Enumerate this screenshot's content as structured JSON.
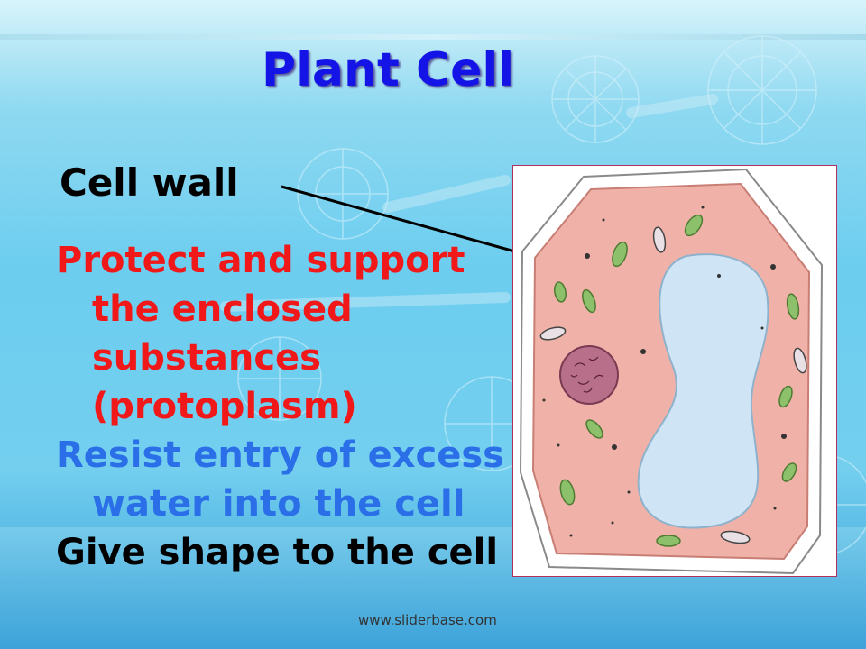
{
  "slide": {
    "title": "Plant Cell",
    "heading": "Cell wall",
    "bullets": [
      {
        "text": "Protect and support the enclosed substances (protoplasm)",
        "color": "#f01818"
      },
      {
        "text": "Resist entry of excess water into the cell",
        "color": "#2a6ee8"
      },
      {
        "text": "Give shape to the cell",
        "color": "#000000"
      }
    ],
    "footer": "www.sliderbase.com"
  },
  "colors": {
    "title": "#1414e6",
    "cytoplasm": "#f0b2a8",
    "vacuole": "#cfe4f4",
    "nucleus": "#b8708a",
    "chloroplast": "#8cc06a"
  }
}
